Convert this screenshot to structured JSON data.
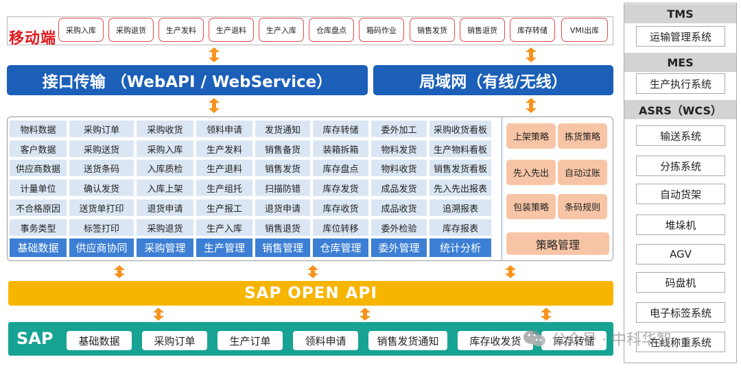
{
  "mobile": {
    "title": "移动端",
    "buttons": [
      "采购入库",
      "采购退货",
      "生产发料",
      "生产退料",
      "生产入库",
      "仓库盘点",
      "箱码作业",
      "销售发货",
      "销售退货",
      "库存转储",
      "VMI出库"
    ]
  },
  "transport": {
    "interface_label": "接口传输 （WebAPI / WebService）",
    "lan_label": "局域网（有线/无线）"
  },
  "modules": [
    {
      "name": "基础数据",
      "items": [
        "物料数据",
        "客户数据",
        "供应商数据",
        "计量单位",
        "不合格原因",
        "事务类型"
      ]
    },
    {
      "name": "供应商协同",
      "items": [
        "采购订单",
        "采购送货",
        "送货条码",
        "确认发货",
        "送货单打印",
        "标签打印"
      ]
    },
    {
      "name": "采购管理",
      "items": [
        "采购收货",
        "采购入库",
        "入库质检",
        "入库上架",
        "退货申请",
        "采购退货"
      ]
    },
    {
      "name": "生产管理",
      "items": [
        "领料申请",
        "生产发料",
        "生产退料",
        "生产组托",
        "生产报工",
        "生产入库"
      ]
    },
    {
      "name": "销售管理",
      "items": [
        "发货通知",
        "销售备货",
        "销售发货",
        "扫描防错",
        "退货申请",
        "销售退货"
      ]
    },
    {
      "name": "仓库管理",
      "items": [
        "库存转储",
        "装箱拆箱",
        "库存盘点",
        "库存发货",
        "库存收货",
        "库位转移"
      ]
    },
    {
      "name": "委外管理",
      "items": [
        "委外加工",
        "物料发货",
        "物料收货",
        "成品发货",
        "成品收货",
        "委外检验"
      ]
    },
    {
      "name": "统计分析",
      "items": [
        "采购收货看板",
        "生产物料看板",
        "销售发货看板",
        "先入先出报表",
        "追溯报表",
        "库存报表"
      ]
    }
  ],
  "strategy": {
    "items": [
      "上架策略",
      "拣货策略",
      "先入先出",
      "自动过账",
      "包装策略",
      "条码规则"
    ],
    "module_label": "策略管理"
  },
  "sap_open_api": "SAP  OPEN API",
  "sap": {
    "title": "SAP",
    "buttons": [
      "基础数据",
      "采购订单",
      "生产订单",
      "领料申请",
      "销售发货通知",
      "库存收发货",
      "库存转储"
    ]
  },
  "right_panel": {
    "groups": [
      {
        "header": "TMS",
        "items": [
          "运输管理系统"
        ]
      },
      {
        "header": "MES",
        "items": [
          "生产执行系统"
        ]
      },
      {
        "header": "ASRS（WCS）",
        "items": [
          "输送系统",
          "分拣系统",
          "自动货架",
          "堆垛机",
          "AGV",
          "码盘机",
          "电子标签系统",
          "在线称重系统"
        ]
      }
    ]
  },
  "watermark": {
    "icon": "wechat-icon",
    "text": "公众号 · 中科华智"
  },
  "colors": {
    "mobile_title": "#e0191f",
    "mobile_border": "#e34a4a",
    "blue_bar": "#1b5fb8",
    "cell_bg": "#dbe6f4",
    "module_bg": "#3c7fd4",
    "strategy_bg": "#f7c5a6",
    "arrow": "#f7941d",
    "sap_api": "#f8b500",
    "sap_bar": "#17a394"
  }
}
